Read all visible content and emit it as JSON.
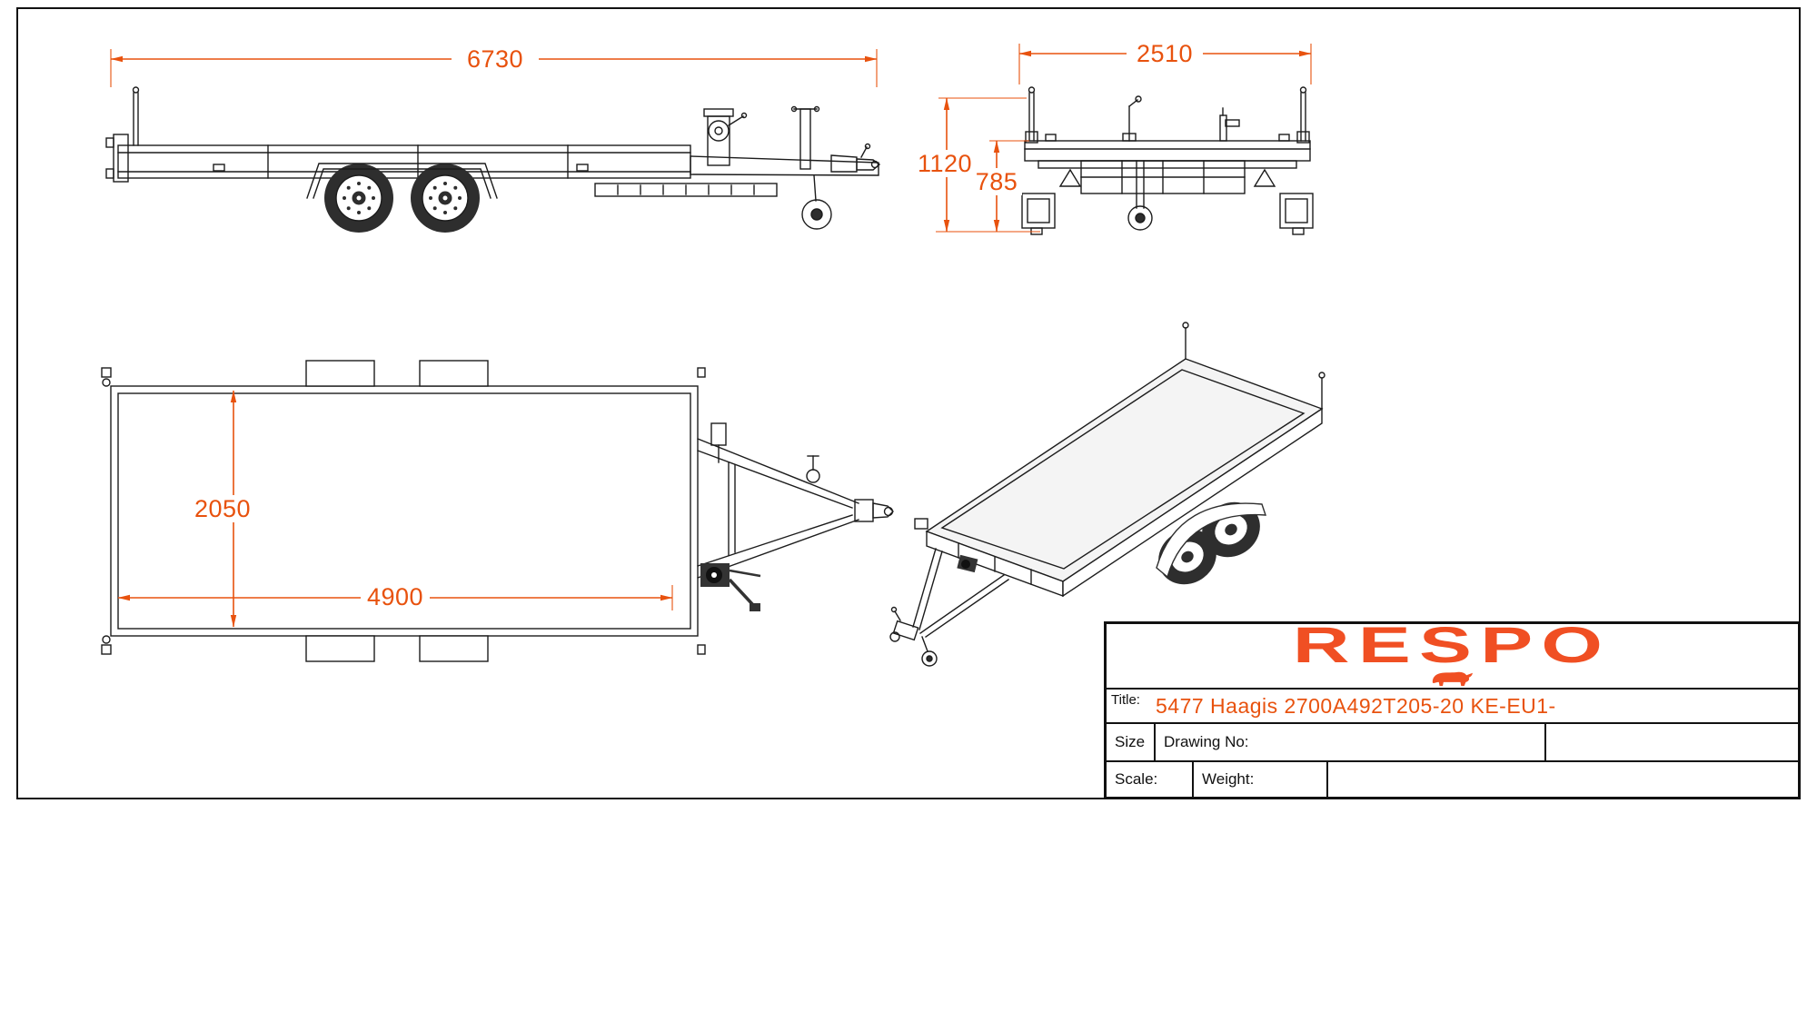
{
  "colors": {
    "accent": "#e8520e",
    "logo": "#f04f23",
    "line": "#1c1c1c",
    "frame": "#111111"
  },
  "dimensions": {
    "overall_length": "6730",
    "overall_width": "2510",
    "overall_height": "1120",
    "platform_height": "785",
    "bed_width": "2050",
    "bed_length": "4900"
  },
  "title_block": {
    "logo_text": "RESPO",
    "title_label": "Title:",
    "title_value": "5477 Haagis 2700A492T205-20 KE-EU1-",
    "size_label": "Size",
    "drawing_no_label": "Drawing No:",
    "scale_label": "Scale:",
    "weight_label": "Weight:"
  }
}
